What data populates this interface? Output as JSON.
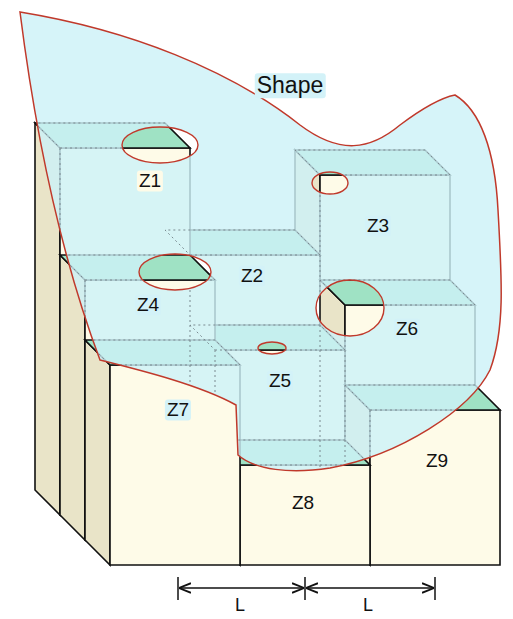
{
  "diagram": {
    "labels": [
      "Shape",
      "Z1",
      "Z2",
      "Z3",
      "Z4",
      "Z5",
      "Z6",
      "Z7",
      "Z8",
      "Z9",
      "L",
      "L"
    ]
  }
}
